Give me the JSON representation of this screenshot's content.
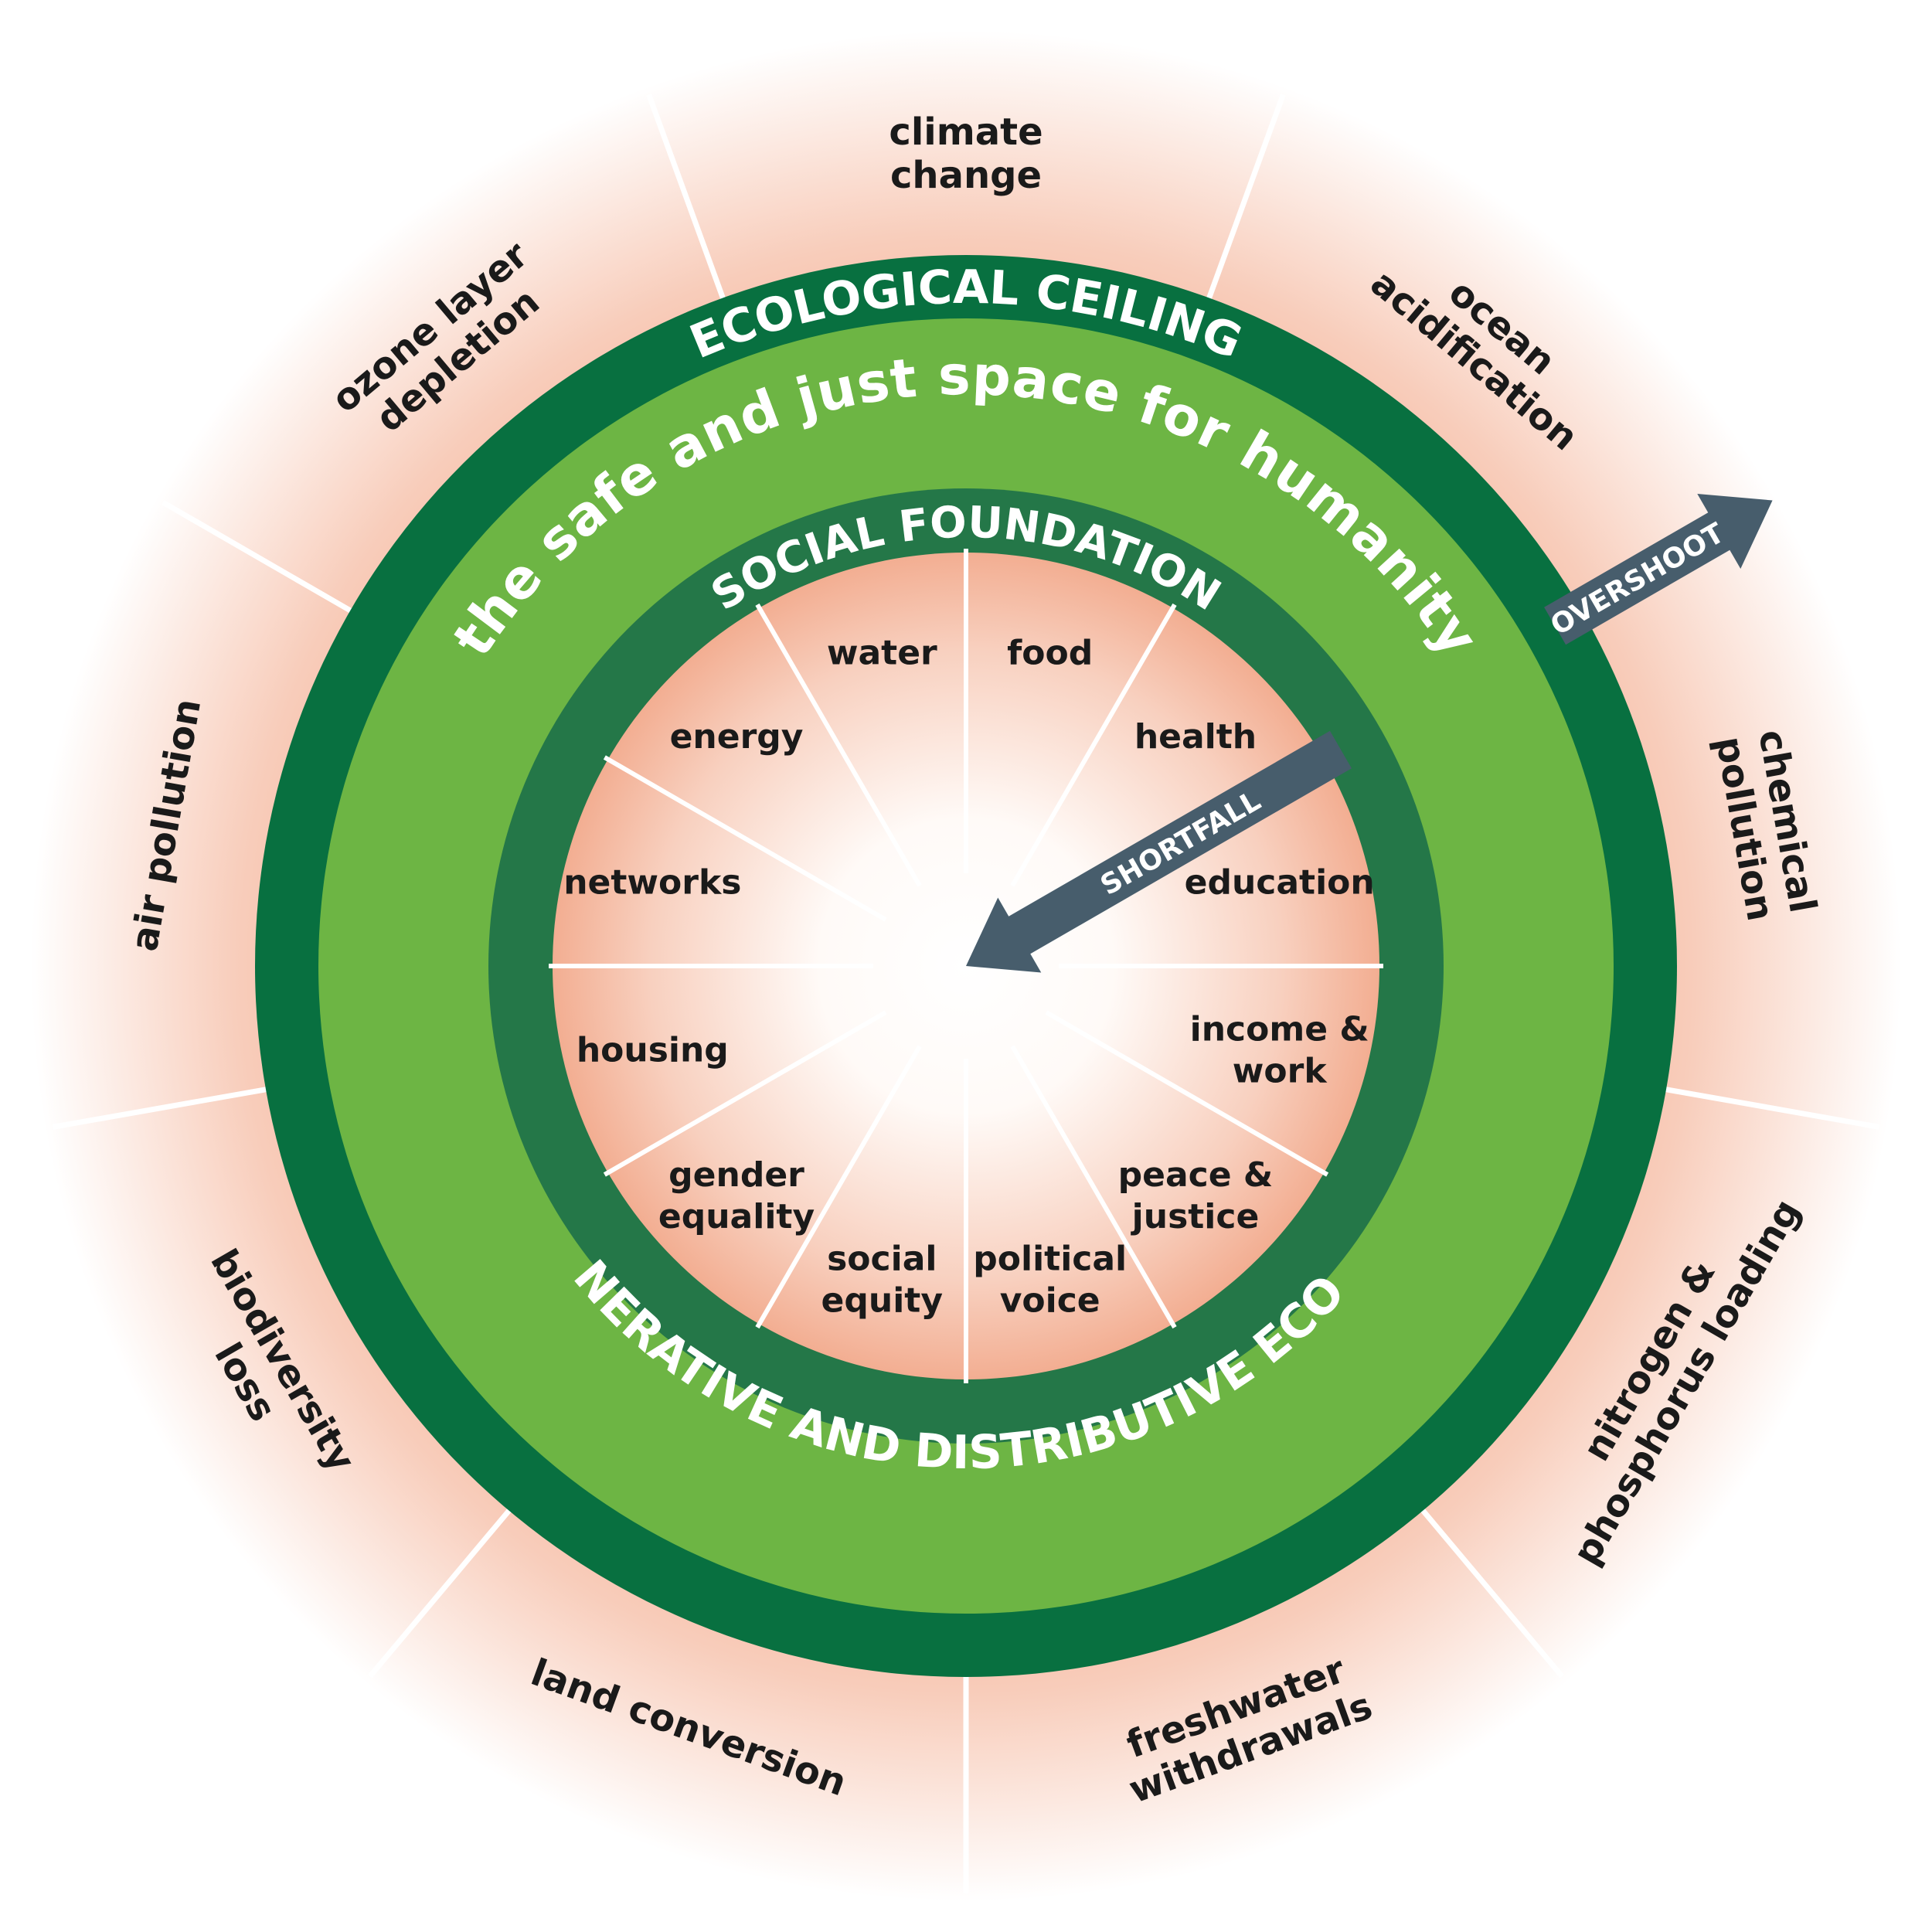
{
  "colors": {
    "dark_green": "#087040",
    "mid_green": "#247748",
    "light_green": "#6db544",
    "salmon": "#f2a98a",
    "arrow": "#475d6c",
    "spoke": "#ffffff"
  },
  "bands": {
    "ecological_ceiling": "ECOLOGICAL CEILING",
    "safe_space": "the safe and just space for humanity",
    "social_foundation": "SOCIAL FOUNDATION",
    "economy": "REGENERATIVE AND DISTRIBUTIVE ECONOMY"
  },
  "arrows": {
    "overshoot": "OVERSHOOT",
    "shortfall": "SHORTFALL"
  },
  "ecological_ceiling_dimensions": [
    {
      "lines": [
        "climate",
        "change"
      ]
    },
    {
      "lines": [
        "ocean",
        "acidification"
      ]
    },
    {
      "lines": [
        "chemical",
        "pollution"
      ]
    },
    {
      "lines": [
        "nitrogen &",
        "phosphorus loading"
      ]
    },
    {
      "lines": [
        "freshwater",
        "withdrawals"
      ]
    },
    {
      "lines": [
        "land conversion"
      ]
    },
    {
      "lines": [
        "biodiversity",
        "loss"
      ]
    },
    {
      "lines": [
        "air pollution"
      ]
    },
    {
      "lines": [
        "ozone layer",
        "depletion"
      ]
    }
  ],
  "social_foundation_dimensions": [
    {
      "lines": [
        "water"
      ]
    },
    {
      "lines": [
        "food"
      ]
    },
    {
      "lines": [
        "health"
      ]
    },
    {
      "lines": [
        "education"
      ]
    },
    {
      "lines": [
        "income &",
        "work"
      ]
    },
    {
      "lines": [
        "peace &",
        "justice"
      ]
    },
    {
      "lines": [
        "political",
        "voice"
      ]
    },
    {
      "lines": [
        "social",
        "equity"
      ]
    },
    {
      "lines": [
        "gender",
        "equality"
      ]
    },
    {
      "lines": [
        "housing"
      ]
    },
    {
      "lines": [
        "networks"
      ]
    },
    {
      "lines": [
        "energy"
      ]
    }
  ]
}
